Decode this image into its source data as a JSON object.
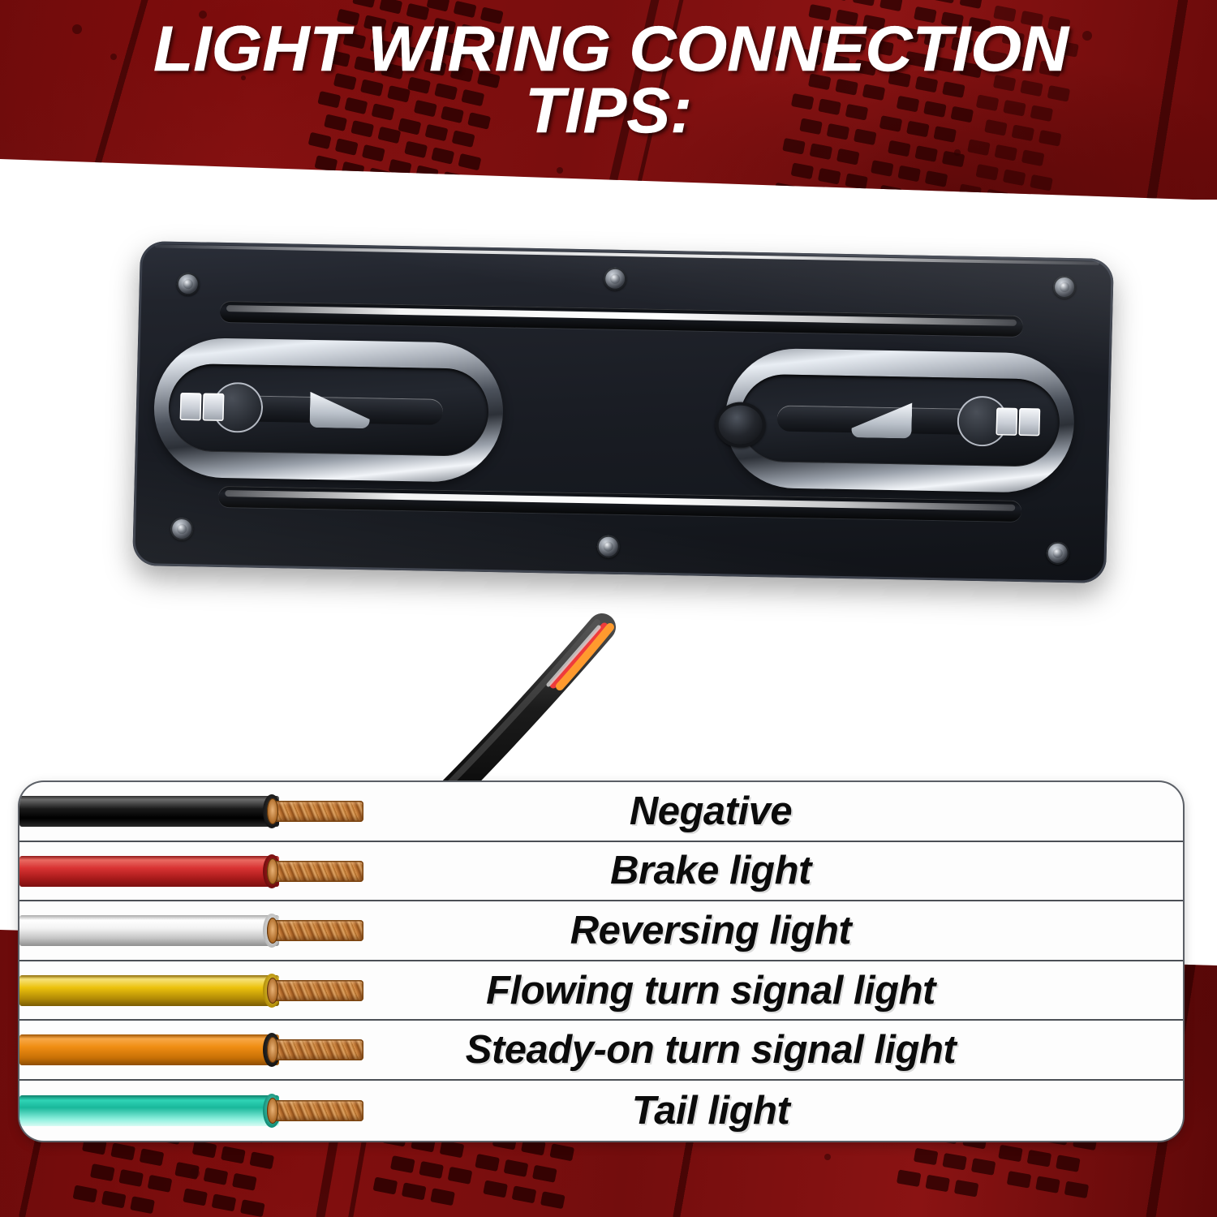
{
  "header": {
    "title_line1": "LIGHT WIRING CONNECTION",
    "title_line2": "TIPS:",
    "background_color": "#7f1010",
    "text_color": "#ffffff",
    "texture": "tire-tread"
  },
  "product": {
    "name": "led-tail-light-panel",
    "body_color": "#1a1d24",
    "accent_color": "#d8dde4",
    "screw_count": 6,
    "housing_count": 2,
    "grommet": "wire-outlet-grommet"
  },
  "harness": {
    "sheath_color": "#111111",
    "wires": [
      "black",
      "red",
      "white",
      "yellow",
      "orange",
      "teal"
    ],
    "wire_colors": [
      "#1a1a1a",
      "#d62b2b",
      "#f2f2f2",
      "#f2c10e",
      "#f08a1e",
      "#1fb9a0"
    ]
  },
  "legend": {
    "panel_color": "#fdfdfd",
    "border_color": "#4b4f55",
    "rows": [
      {
        "label": "Negative",
        "wire_name": "black-wire",
        "color": "#151515",
        "hi": "#5a5a5a",
        "lo": "#000000"
      },
      {
        "label": "Brake light",
        "wire_name": "red-wire",
        "color": "#d33535",
        "hi": "#f07a72",
        "lo": "#8d1414"
      },
      {
        "label": "Reversing light",
        "wire_name": "white-wire",
        "color": "#e9e9e9",
        "hi": "#ffffff",
        "lo": "#9a9a9a"
      },
      {
        "label": "Flowing turn signal light",
        "wire_name": "yellow-wire",
        "color": "#e8b900",
        "hi": "#f8e27a",
        "lo": "#8e6b05"
      },
      {
        "label": "Steady-on turn signal light",
        "wire_name": "orange-wire",
        "color": "#ef9412",
        "hi": "#ffcb7e",
        "lo": "#a85b03"
      },
      {
        "label": "Tail light",
        "wire_name": "teal-wire",
        "color": "#18b89c",
        "hi": "#b6f5e8",
        "lo": "#0b7a66"
      }
    ]
  },
  "footer": {
    "background_color": "#7b1010",
    "texture": "tire-tread"
  }
}
